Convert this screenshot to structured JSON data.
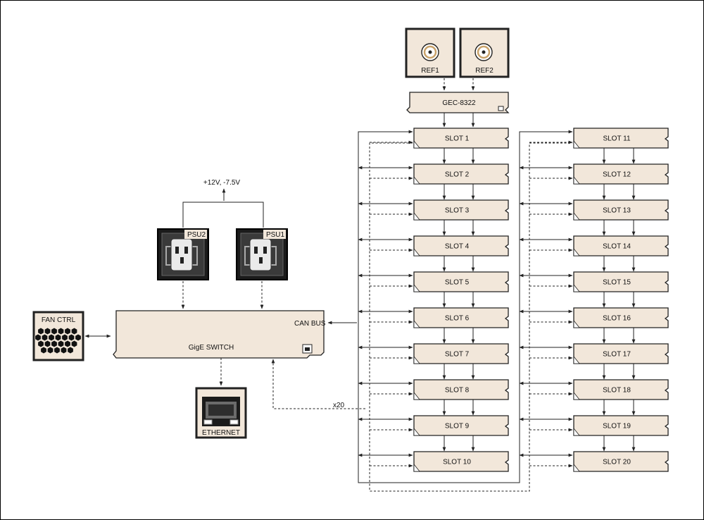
{
  "references": [
    {
      "label": "REF1"
    },
    {
      "label": "REF2"
    }
  ],
  "clock_card": {
    "label": "GEC-8322"
  },
  "power": {
    "label": "+12V, -7.5V",
    "psus": [
      {
        "label": "PSU2"
      },
      {
        "label": "PSU1"
      }
    ]
  },
  "fan": {
    "label": "FAN CTRL"
  },
  "switch": {
    "can_bus_label": "CAN BUS",
    "gige_label": "GigE SWITCH"
  },
  "ethernet": {
    "label": "ETHERNET"
  },
  "fanout_label": "x20",
  "slots_left": [
    "SLOT 1",
    "SLOT 2",
    "SLOT 3",
    "SLOT 4",
    "SLOT 5",
    "SLOT 6",
    "SLOT 7",
    "SLOT 8",
    "SLOT 9",
    "SLOT 10"
  ],
  "slots_right": [
    "SLOT 11",
    "SLOT 12",
    "SLOT 13",
    "SLOT 14",
    "SLOT 15",
    "SLOT 16",
    "SLOT 17",
    "SLOT 18",
    "SLOT 19",
    "SLOT 20"
  ],
  "colors": {
    "card_fill": "#f2e7da",
    "line": "#222222",
    "coax_gold": "#c9a26a"
  }
}
